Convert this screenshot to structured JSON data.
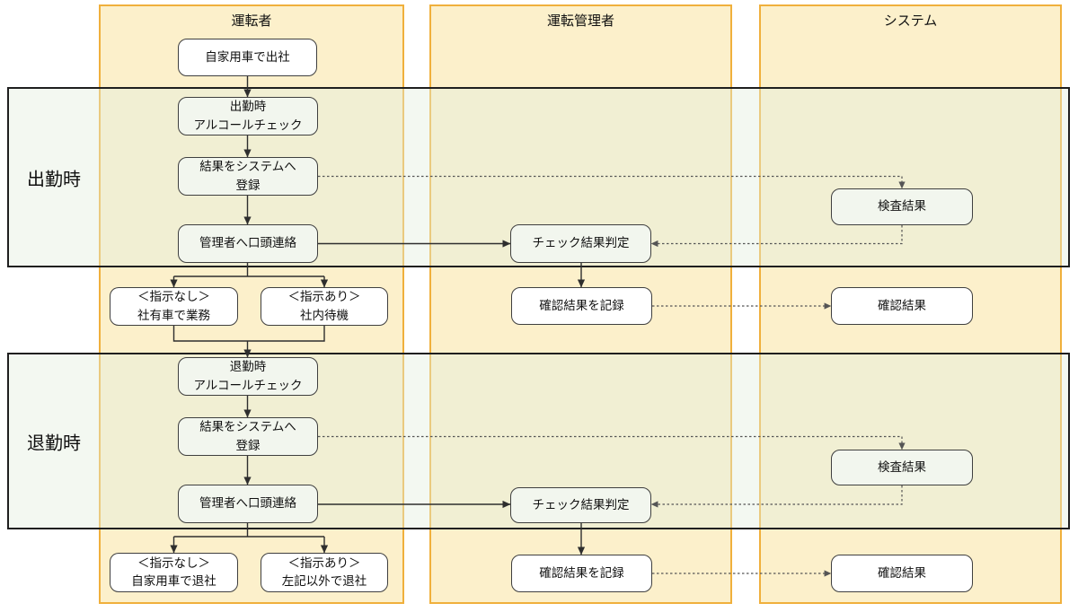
{
  "diagram": {
    "lanes": [
      {
        "label": "運転者"
      },
      {
        "label": "運転管理者"
      },
      {
        "label": "システム"
      }
    ],
    "bands": [
      {
        "label": "出勤時"
      },
      {
        "label": "退勤時"
      }
    ],
    "nodes": {
      "arrive_by_private_car": "自家用車で出社",
      "morning_alcohol_check": "出勤時\nアルコールチェック",
      "morning_register_result": "結果をシステムへ\n登録",
      "morning_verbal_report": "管理者へ口頭連絡",
      "morning_no_instruction": "＜指示なし＞\n社有車で業務",
      "morning_instruction": "＜指示あり＞\n社内待機",
      "morning_check_judgement": "チェック結果判定",
      "morning_record_confirmation": "確認結果を記録",
      "morning_inspection_result": "検査結果",
      "morning_confirmation_result": "確認結果",
      "evening_alcohol_check": "退勤時\nアルコールチェック",
      "evening_register_result": "結果をシステムへ\n登録",
      "evening_verbal_report": "管理者へ口頭連絡",
      "evening_no_instruction": "＜指示なし＞\n自家用車で退社",
      "evening_instruction": "＜指示あり＞\n左記以外で退社",
      "evening_check_judgement": "チェック結果判定",
      "evening_record_confirmation": "確認結果を記録",
      "evening_inspection_result": "検査結果",
      "evening_confirmation_result": "確認結果"
    },
    "colors": {
      "lane_fill": "#FCF0CB",
      "lane_border": "#F0B03C",
      "band_fill": "#E3EFDE",
      "band_border": "#1F1F1F",
      "box_fill": "#FFFFFF",
      "box_fill_tinted": "#F2F6EE",
      "box_border": "#3F3F3F",
      "arrow": "#2E2E2E",
      "dotted": "#555555",
      "text": "#101010"
    }
  }
}
